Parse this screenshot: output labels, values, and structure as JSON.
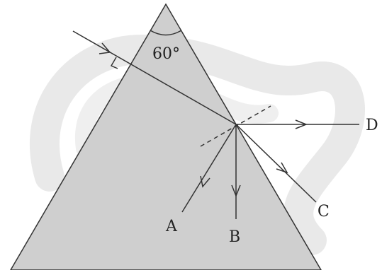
{
  "angle_label": "60°",
  "ray_labels": {
    "a": "A",
    "b": "B",
    "c": "C",
    "d": "D"
  },
  "colors": {
    "prism_fill": "#cfcfcf",
    "line": "#333333",
    "watermark": "#e7e7e7"
  }
}
